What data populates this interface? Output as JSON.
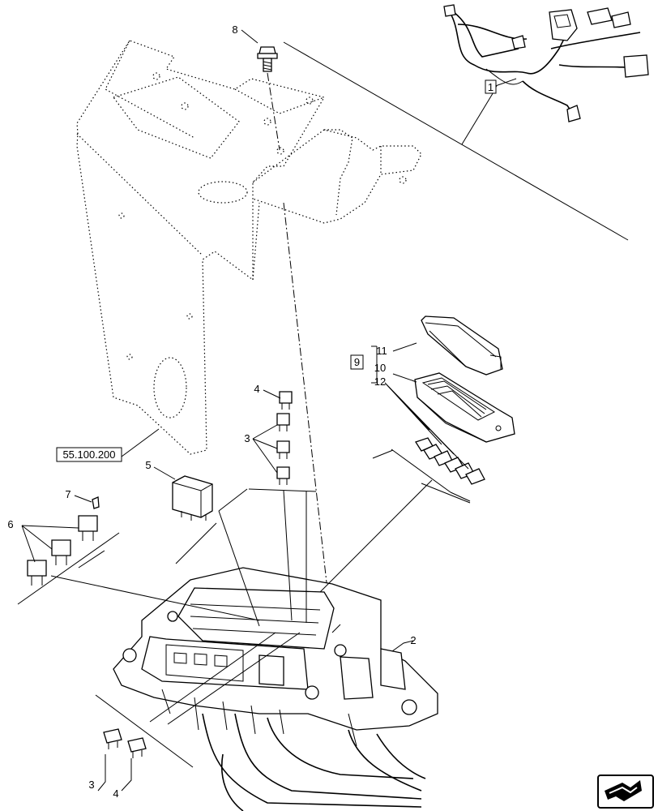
{
  "callouts": {
    "c1": "1",
    "c2": "2",
    "c3_upper": "3",
    "c3_lower": "3",
    "c4_upper": "4",
    "c4_lower": "4",
    "c5": "5",
    "c6": "6",
    "c7": "7",
    "c8": "8",
    "c9": "9",
    "c10": "10",
    "c11": "11",
    "c12": "12"
  },
  "reference_box": "55.100.200",
  "nav_icon": "next-page-arrow-icon"
}
